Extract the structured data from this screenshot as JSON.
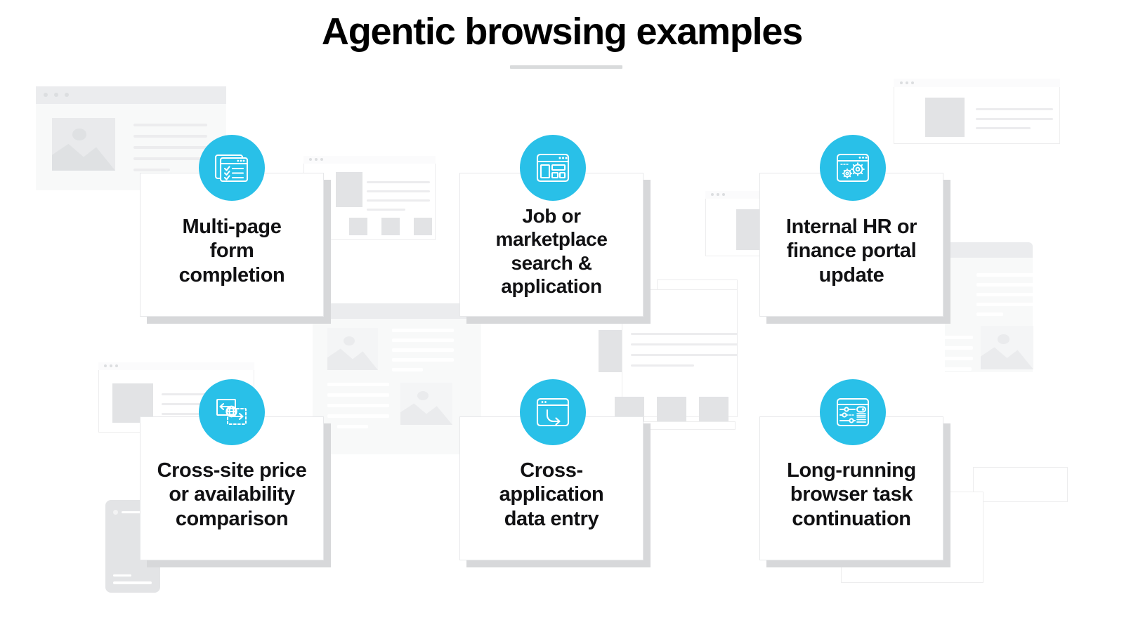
{
  "header": {
    "title": "Agentic browsing examples",
    "divider": true
  },
  "theme": {
    "accent": "#29c0e8",
    "text": "#111113",
    "card_bg": "#ffffff",
    "card_shadow": "#d7d8da",
    "background": "#ffffff",
    "wireframe_line": "#ececee",
    "wireframe_fill": "#e2e3e5"
  },
  "cards": [
    {
      "id": "multi-page-form-completion",
      "label": "Multi-page\nform\ncompletion",
      "icon": "browser-checklist-icon",
      "row": 1,
      "column": 1
    },
    {
      "id": "job-marketplace-search-application",
      "label": "Job or\nmarketplace\nsearch &\napplication",
      "icon": "browser-layout-icon",
      "row": 1,
      "column": 2
    },
    {
      "id": "internal-hr-finance-portal-update",
      "label": "Internal HR or\nfinance portal\nupdate",
      "icon": "browser-gears-icon",
      "row": 1,
      "column": 3
    },
    {
      "id": "cross-site-price-availability-comparison",
      "label": "Cross-site price\nor availability\ncomparison",
      "icon": "globe-transfer-icon",
      "row": 2,
      "column": 1
    },
    {
      "id": "cross-application-data-entry",
      "label": "Cross-\napplication\ndata entry",
      "icon": "browser-sync-arrow-icon",
      "row": 2,
      "column": 2
    },
    {
      "id": "long-running-browser-task-continuation",
      "label": "Long-running\nbrowser task\ncontinuation",
      "icon": "browser-sliders-icon",
      "row": 2,
      "column": 3
    }
  ]
}
